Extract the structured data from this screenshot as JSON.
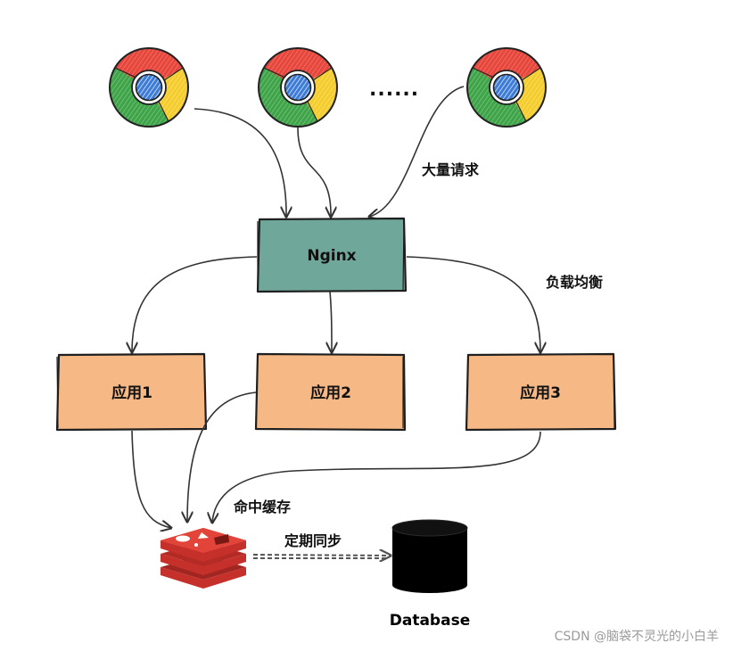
{
  "nodes": {
    "nginx": {
      "label": "Nginx",
      "color": "#6fa89a"
    },
    "app1": {
      "label": "应用1",
      "color": "#f6b885"
    },
    "app2": {
      "label": "应用2",
      "color": "#f6b885"
    },
    "app3": {
      "label": "应用3",
      "color": "#f6b885"
    },
    "database": {
      "label": "Database",
      "color": "#000000"
    },
    "redis": {
      "icon": "redis-cache-icon",
      "color": "#d6342c"
    }
  },
  "clients": {
    "icon": "chrome-browser-icon",
    "ellipsis": "......"
  },
  "edge_labels": {
    "requests": "大量请求",
    "load_balance": "负载均衡",
    "cache_hit": "命中缓存",
    "periodic_sync": "定期同步"
  },
  "watermark": "CSDN @脑袋不灵光的小白羊"
}
